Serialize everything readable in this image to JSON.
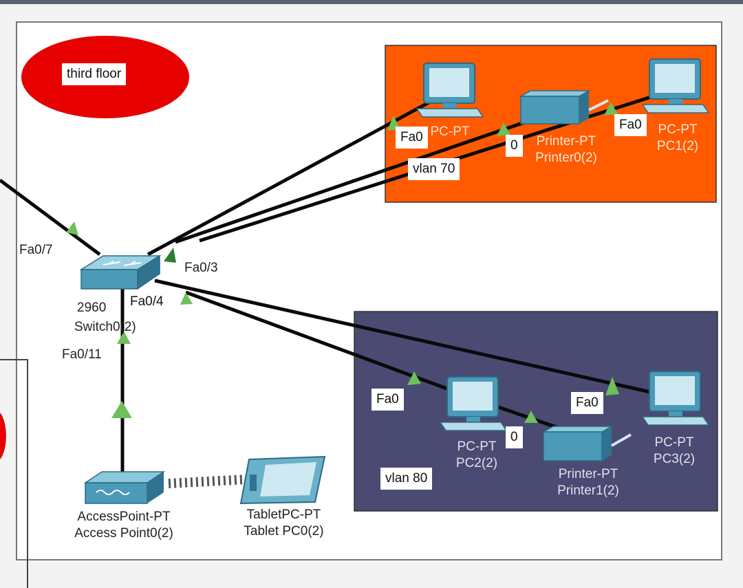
{
  "floor_label": "third floor",
  "switch": {
    "model": "2960",
    "name": "Switch0(2)"
  },
  "ports": {
    "sw_fa0_7": "Fa0/7",
    "sw_fa0_3": "Fa0/3",
    "sw_fa0_4": "Fa0/4",
    "sw_fa0_11": "Fa0/11"
  },
  "vlan70": {
    "vlan_label": "vlan 70",
    "pc0_port": "Fa0",
    "printer_port": "0",
    "pc1_port": "Fa0",
    "pc0": {
      "type": "PC-PT",
      "name": ""
    },
    "printer": {
      "type": "Printer-PT",
      "name": "Printer0(2)"
    },
    "pc1": {
      "type": "PC-PT",
      "name": "PC1(2)"
    }
  },
  "vlan80": {
    "vlan_label": "vlan 80",
    "pc2_port": "Fa0",
    "printer_port": "0",
    "pc3_port": "Fa0",
    "pc2": {
      "type": "PC-PT",
      "name": "PC2(2)"
    },
    "printer": {
      "type": "Printer-PT",
      "name": "Printer1(2)"
    },
    "pc3": {
      "type": "PC-PT",
      "name": "PC3(2)"
    }
  },
  "access_point": {
    "type": "AccessPoint-PT",
    "name": "Access Point0(2)"
  },
  "tablet": {
    "type": "TabletPC-PT",
    "name": "Tablet PC0(2)"
  },
  "colors": {
    "vlan70_fill": "#ff5a00",
    "vlan80_fill": "#4a4a72",
    "floor_fill": "#e60000",
    "link_up": "#6fbf5a",
    "device": "#4a9ab8"
  }
}
